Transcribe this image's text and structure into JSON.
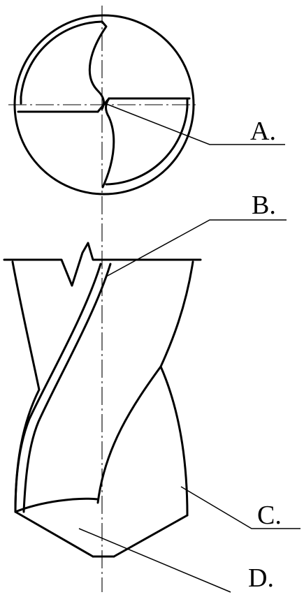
{
  "callouts": {
    "a": "A.",
    "b": "B.",
    "c": "C.",
    "d": "D."
  },
  "colors": {
    "line": "#000000",
    "background": "#ffffff"
  }
}
